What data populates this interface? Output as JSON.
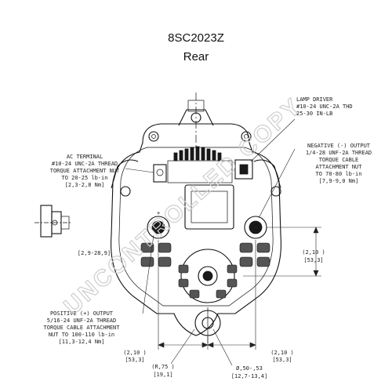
{
  "header": {
    "part_number": "8SC2023Z",
    "view": "Rear"
  },
  "labels": {
    "lamp_driver": [
      "LAMP DRIVER",
      "#10-24 UNC-2A THD",
      "25-30 IN-LB"
    ],
    "ac_terminal": [
      "AC TERMINAL",
      "#10-24 UNC-2A THREAD",
      "TORQUE ATTACHMENT NUT",
      "TO 20-25 lb-in",
      "[2,3-2,8 Nm]"
    ],
    "negative_output": [
      "NEGATIVE (-) OUTPUT",
      "1/4-28 UNF-2A THREAD",
      "TORQUE CABLE",
      "ATTACHMENT NUT",
      "TO 70-80 lb-in",
      "[7,9-9,0 Nm]"
    ],
    "positive_output": [
      "POSITIVE (+) OUTPUT",
      "5/16-24 UNF-2A THREAD",
      "TORQUE CABLE ATTACHMENT",
      "NUT TO 100-110 lb-in",
      "[11,3-12,4 Nm]"
    ]
  },
  "dimensions": {
    "left_partial": "[2,9-28,9]",
    "right_vertical": [
      "(2,10 )",
      "[53,3]"
    ],
    "bottom_left": [
      "(2,10 )",
      "[53,3]"
    ],
    "bottom_right": [
      "(2,10 )",
      "[53,3]"
    ],
    "radius": [
      "(R,75 )",
      "[19,1]"
    ],
    "hole_dia": [
      "Ø,50-,53",
      "[12,7-13,4]"
    ]
  },
  "watermark": "UNCONTROLLED COPY"
}
